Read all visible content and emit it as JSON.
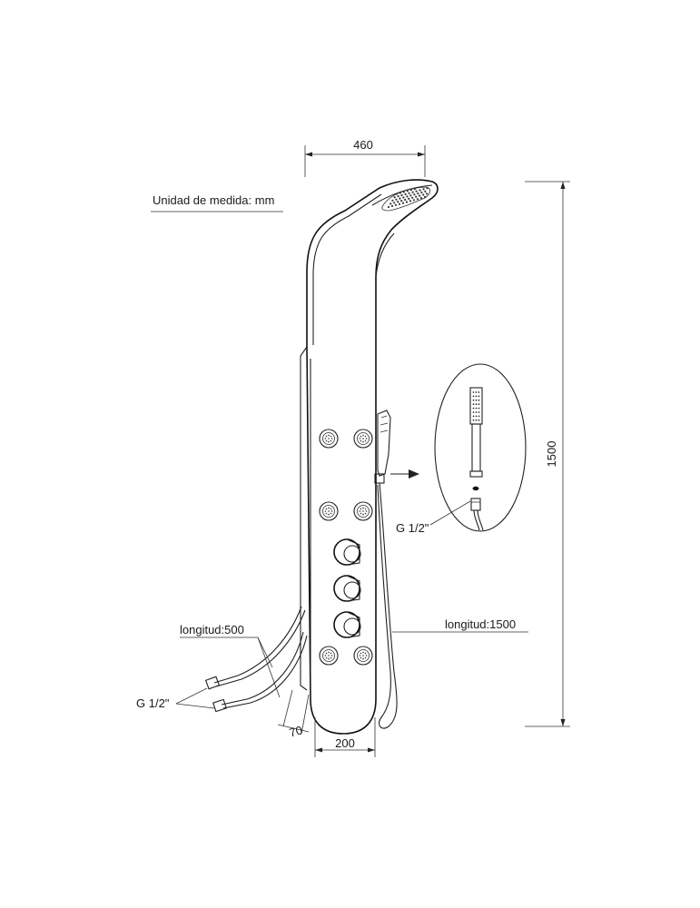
{
  "units_note": "Unidad de medida: mm",
  "dimensions": {
    "width_top": "460",
    "height": "1500",
    "width_bottom": "200",
    "depth": "70"
  },
  "labels": {
    "inlet_length": "longitud:500",
    "inlet_thread": "G 1/2\"",
    "hose_length": "longitud:1500",
    "handshower_thread": "G 1/2\""
  }
}
